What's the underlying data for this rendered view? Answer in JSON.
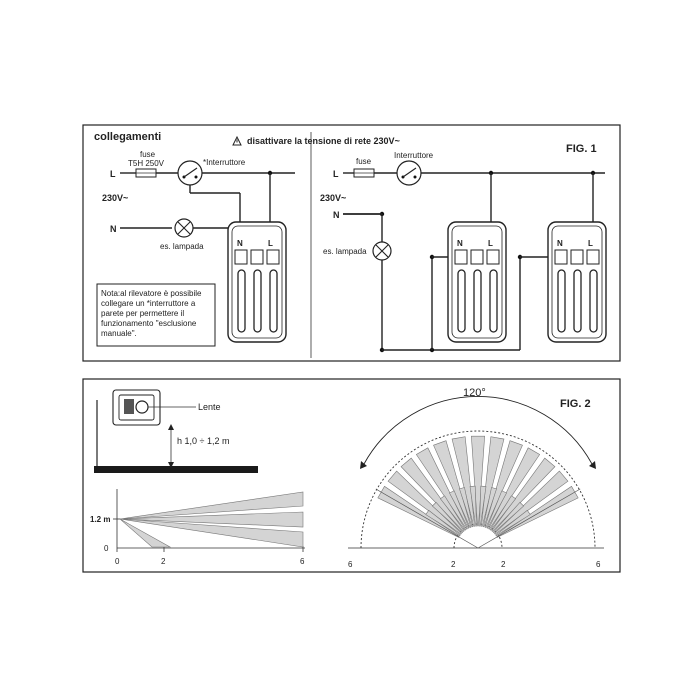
{
  "fig1": {
    "label": "FIG. 1",
    "title": "collegamenti",
    "warning": "disattivare la tensione di rete 230V~",
    "left": {
      "line_L": "L",
      "line_N": "N",
      "voltage": "230V~",
      "fuse_label": "fuse",
      "fuse_rating": "T5H 250V",
      "switch_label": "*Interruttore",
      "lamp_label": "es. lampada",
      "terminal_N": "N",
      "terminal_L": "L",
      "note": [
        "Nota:al rilevatore è possibile",
        "collegare un *interruttore a",
        "parete per permettere il",
        "funzionamento \"esclusione",
        "manuale\"."
      ]
    },
    "right": {
      "line_L": "L",
      "line_N": "N",
      "voltage": "230V~",
      "fuse_label": "fuse",
      "switch_label": "Interruttore",
      "lamp_label": "es. lampada",
      "terminal_N": "N",
      "terminal_L": "L"
    }
  },
  "fig2": {
    "label": "FIG. 2",
    "lens_label": "Lente",
    "height_label": "h 1,0 ÷ 1,2 m",
    "angle_label": "120°",
    "side_view": {
      "y_labels": [
        "1.2 m",
        "0"
      ],
      "x_labels": [
        "0",
        "2",
        "6"
      ]
    },
    "top_view": {
      "x_labels": [
        "6",
        "2",
        "2",
        "6"
      ]
    }
  },
  "colors": {
    "line": "#222222",
    "beam_fill": "#d4d4d4"
  }
}
